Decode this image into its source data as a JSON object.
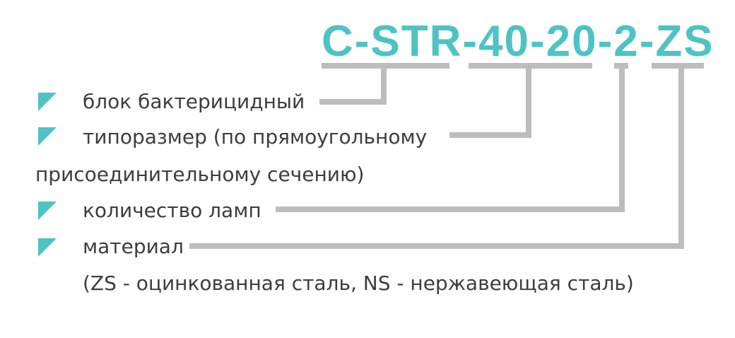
{
  "code": "C-STR-40-20-2-ZS",
  "items": [
    {
      "label": "блок бактерицидный",
      "bullet": true
    },
    {
      "label": "типоразмер (по прямоугольному",
      "bullet": true
    },
    {
      "label": "присоединительному сечению)",
      "bullet": false
    },
    {
      "label": "количество ламп",
      "bullet": true
    },
    {
      "label": "материал",
      "bullet": true
    },
    {
      "label": "(ZS - оцинкованная сталь, NS - нержавеющая сталь)",
      "bullet": false
    }
  ],
  "colors": {
    "accent": "#4ec3c3",
    "line": "#bdbdbd",
    "text": "#3d3d3d"
  }
}
